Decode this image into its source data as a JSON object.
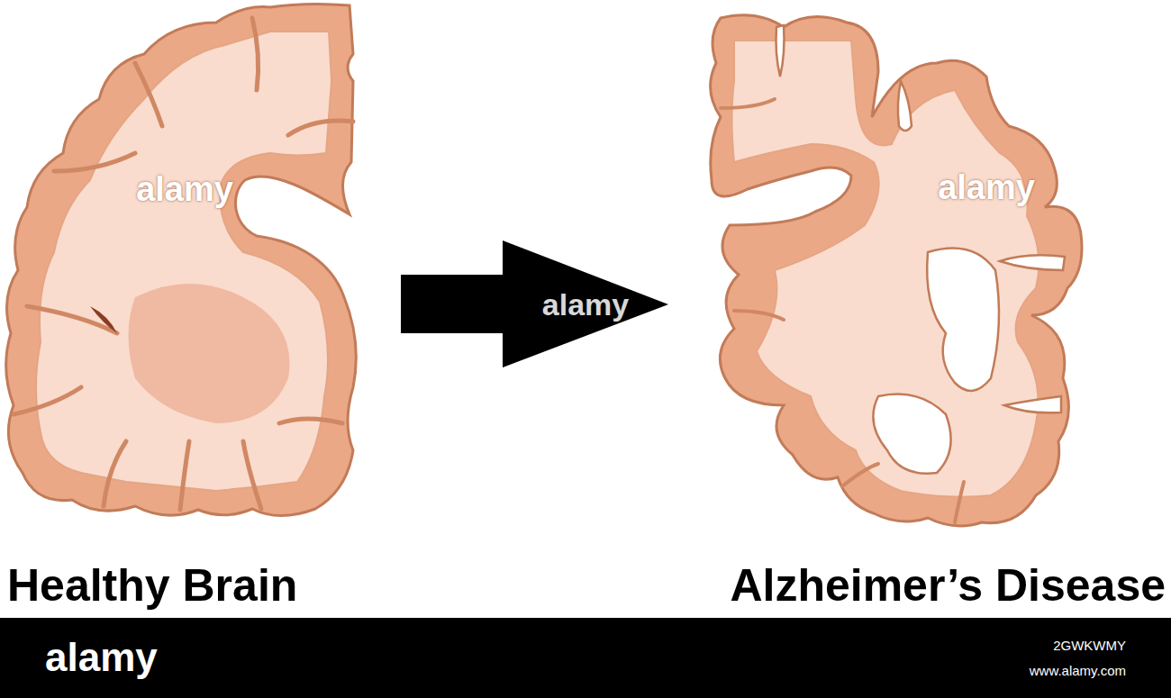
{
  "diagram": {
    "labels": [
      "alamy",
      "alamy",
      "alamy",
      "Healthy Brain",
      "Alzheimer’s Disease",
      "alamy",
      "2GWKWMY",
      "www.alamy.com"
    ]
  }
}
